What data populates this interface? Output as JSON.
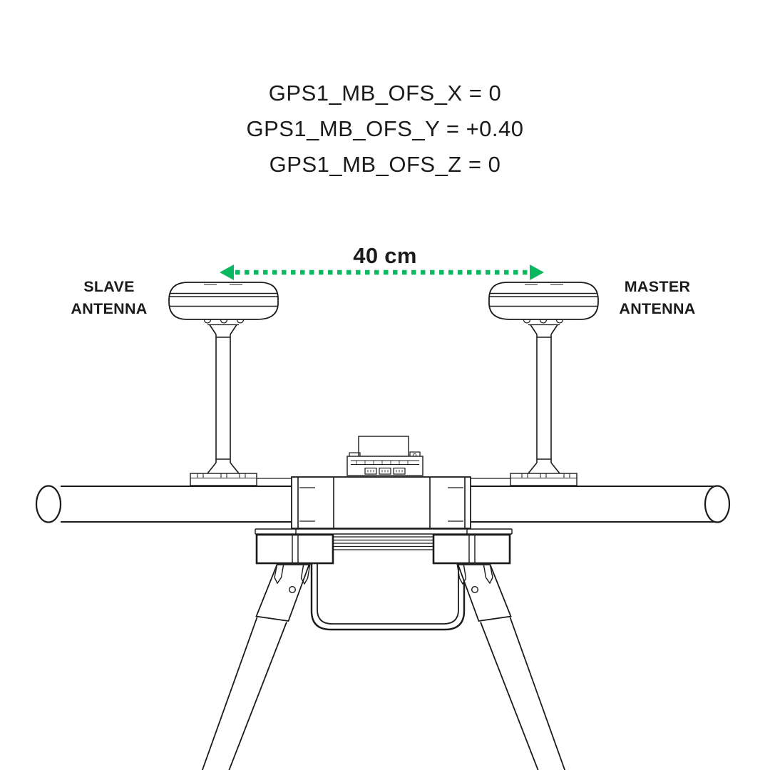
{
  "page": {
    "background": "#FFFFFF"
  },
  "colors": {
    "ink": "#1B1B1B",
    "accent_green": "#0CB85F"
  },
  "gps_parameters": {
    "lines": [
      "GPS1_MB_OFS_X = 0",
      "GPS1_MB_OFS_Y = +0.40",
      "GPS1_MB_OFS_Z = 0"
    ]
  },
  "measurement": {
    "label": "40 cm"
  },
  "antennas": {
    "slave": {
      "lines": [
        "SLAVE",
        "ANTENNA"
      ]
    },
    "master": {
      "lines": [
        "MASTER",
        "ANTENNA"
      ]
    }
  }
}
